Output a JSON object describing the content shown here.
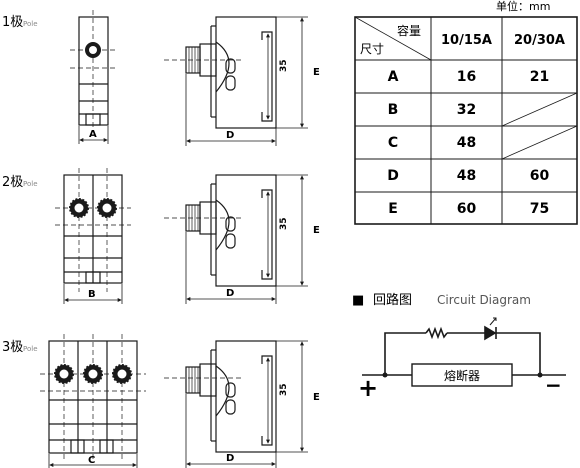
{
  "unit": "单位：mm",
  "poles": [
    {
      "label": "1极",
      "suffix": "Pole",
      "dim_width": "A",
      "dim_depth": "D",
      "dim_35": "35",
      "dim_height": "E"
    },
    {
      "label": "2极",
      "suffix": "Pole",
      "dim_width": "B",
      "dim_depth": "D",
      "dim_35": "35",
      "dim_height": "E"
    },
    {
      "label": "3极",
      "suffix": "Pole",
      "dim_width": "C",
      "dim_depth": "D",
      "dim_35": "35",
      "dim_height": "E"
    }
  ],
  "table": {
    "corner_top": "容量",
    "corner_bottom": "尺寸",
    "columns": [
      "10/15A",
      "20/30A"
    ],
    "rows": [
      {
        "label": "A",
        "values": [
          "16",
          "21"
        ]
      },
      {
        "label": "B",
        "values": [
          "32",
          ""
        ]
      },
      {
        "label": "C",
        "values": [
          "48",
          ""
        ]
      },
      {
        "label": "D",
        "values": [
          "48",
          "60"
        ]
      },
      {
        "label": "E",
        "values": [
          "60",
          "75"
        ]
      }
    ]
  },
  "circuit": {
    "heading_marker": "■",
    "heading_cn": "回路图",
    "heading_en": "Circuit Diagram",
    "fuse_label": "熔断器",
    "plus": "+",
    "minus": "−"
  }
}
